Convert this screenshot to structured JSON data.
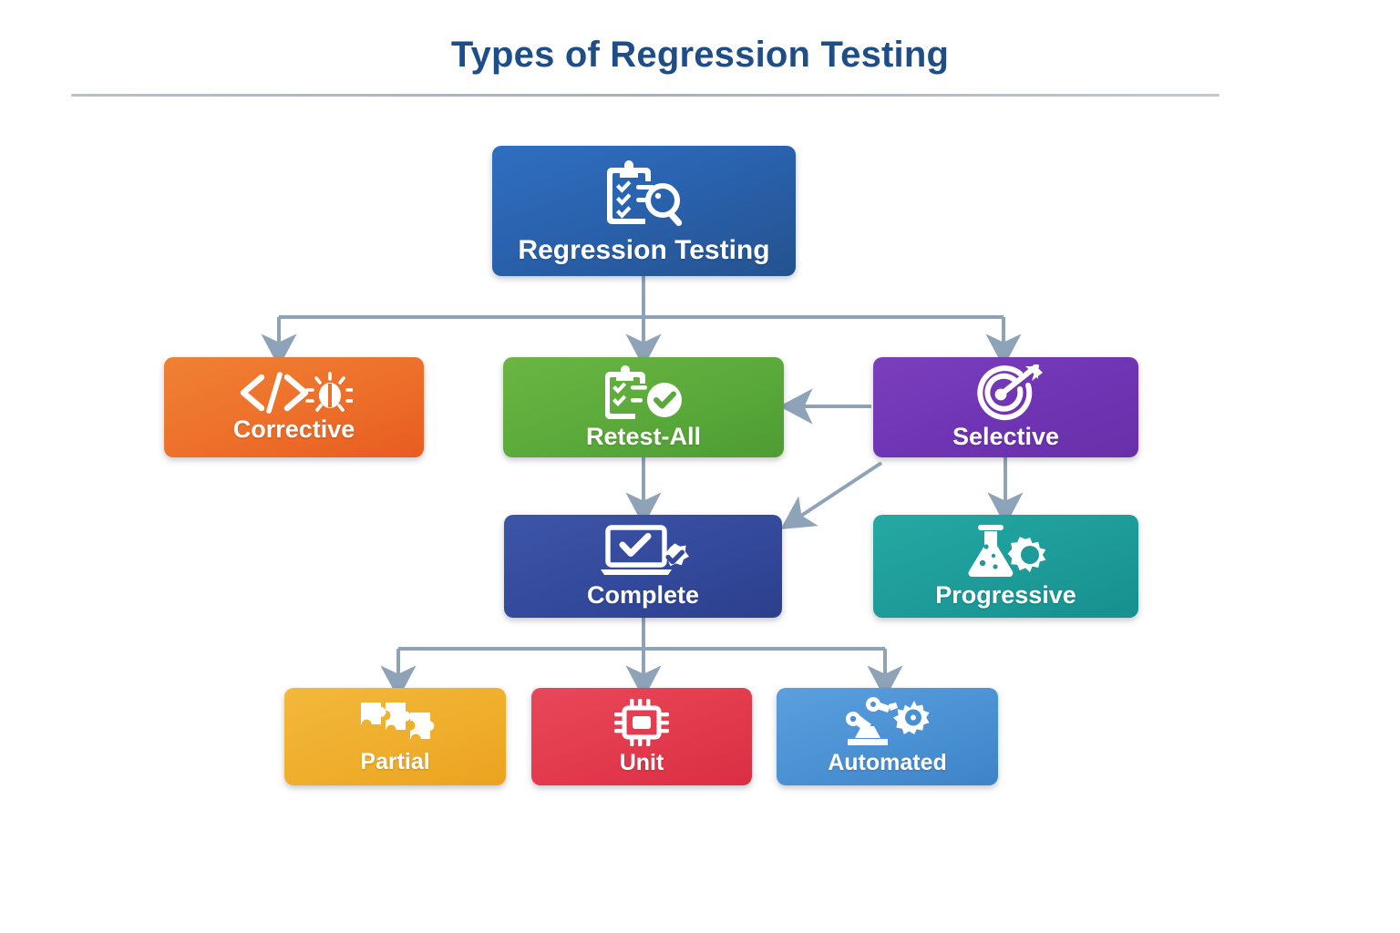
{
  "header": {
    "title": "Types of Regression Testing"
  },
  "diagram": {
    "type": "hierarchy-flowchart",
    "root": {
      "id": "regression-testing",
      "label": "Regression Testing",
      "icon": "clipboard-checklist-magnifier-icon",
      "color": "#2a62ae"
    },
    "nodes": [
      {
        "id": "corrective",
        "label": "Corrective",
        "icon": "code-bug-icon",
        "color": "#ed6f2a"
      },
      {
        "id": "retest-all",
        "label": "Retest-All",
        "icon": "clipboard-check-icon",
        "color": "#5aa93a"
      },
      {
        "id": "selective",
        "label": "Selective",
        "icon": "target-arrow-icon",
        "color": "#6f34b3"
      },
      {
        "id": "complete",
        "label": "Complete",
        "icon": "laptop-verified-icon",
        "color": "#33499b"
      },
      {
        "id": "progressive",
        "label": "Progressive",
        "icon": "flask-gear-icon",
        "color": "#1d9b99"
      },
      {
        "id": "partial",
        "label": "Partial",
        "icon": "puzzle-pieces-icon",
        "color": "#efae2c"
      },
      {
        "id": "unit",
        "label": "Unit",
        "icon": "microchip-icon",
        "color": "#e23a4c"
      },
      {
        "id": "automated",
        "label": "Automated",
        "icon": "robot-arm-gear-icon",
        "color": "#4a91d4"
      }
    ],
    "edges": [
      {
        "from": "regression-testing",
        "to": "corrective"
      },
      {
        "from": "regression-testing",
        "to": "retest-all"
      },
      {
        "from": "regression-testing",
        "to": "selective"
      },
      {
        "from": "retest-all",
        "to": "complete"
      },
      {
        "from": "selective",
        "to": "retest-all"
      },
      {
        "from": "selective",
        "to": "complete"
      },
      {
        "from": "selective",
        "to": "progressive"
      },
      {
        "from": "complete",
        "to": "partial"
      },
      {
        "from": "complete",
        "to": "unit"
      },
      {
        "from": "complete",
        "to": "automated"
      }
    ],
    "connector_color": "#8ea3b8",
    "divider_color": "#b0b5cb",
    "title_color": "#1f4e87",
    "background": "#ffffff"
  }
}
